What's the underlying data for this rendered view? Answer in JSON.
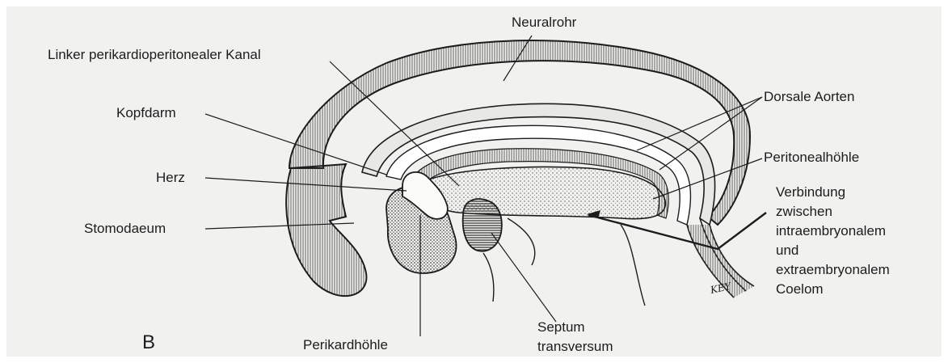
{
  "figure_letter": "B",
  "labels": {
    "neuralrohr": "Neuralrohr",
    "linker_kanal": "Linker perikardioperitonealer Kanal",
    "kopfdarm": "Kopfdarm",
    "herz": "Herz",
    "stomodaeum": "Stomodaeum",
    "dorsale_aorten": "Dorsale Aorten",
    "peritonealhoehle": "Peritonealhöhle",
    "verbindung": [
      "Verbindung",
      "zwischen",
      "intraembryonalem",
      "und",
      "extraembryonalem",
      "Coelom"
    ],
    "perikardhoehle": "Perikardhöhle",
    "septum": [
      "Septum",
      "transversum"
    ]
  },
  "signature": "KEY",
  "colors": {
    "ink": "#1c1c1c",
    "paper": "#f1f1ef",
    "stipple": "#c9c9c6"
  }
}
